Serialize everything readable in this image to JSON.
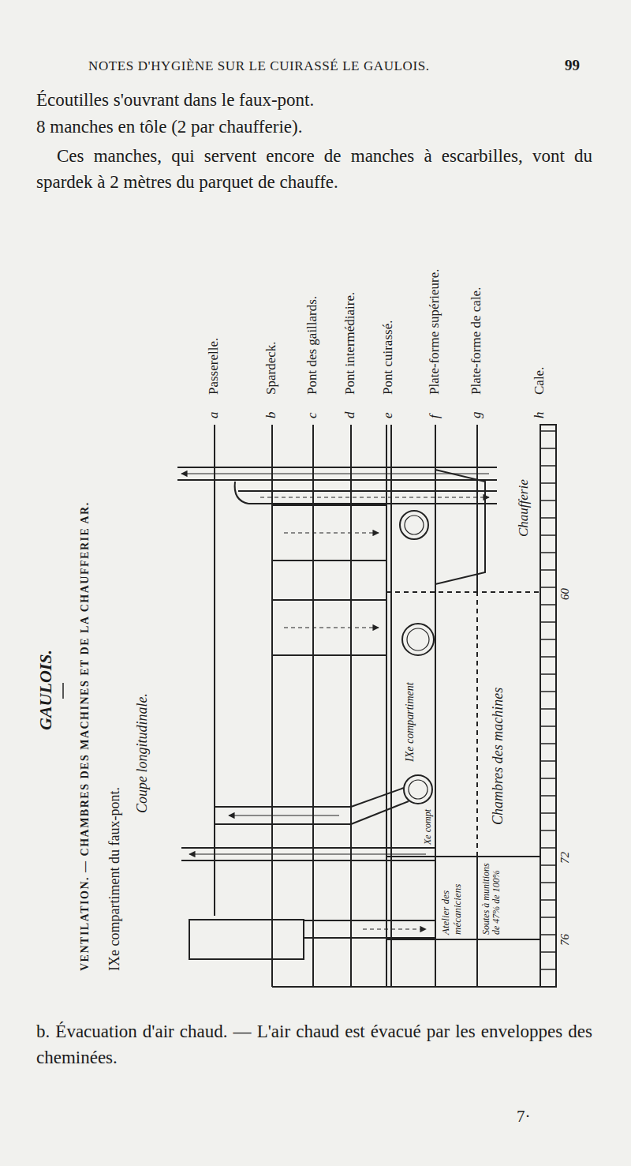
{
  "diagram": {
    "labels": [
      "NOTES D'HYGIÈNE SUR LE CUIRASSÉ LE GAULOIS.",
      "99",
      "Écoutilles s'ouvrant dans le faux-pont.",
      "8 manches en tôle (2 par chaufferie).",
      "Ces manches, qui servent encore de manches à escarbilles, vont du spardek à 2 mètres du parquet de chauffe.",
      "GAULOIS.",
      "VENTILATION. — CHAMBRES DES MACHINES ET DE LA CHAUFFERIE AR.",
      "IXe compartiment du faux-pont.",
      "Coupe longitudinale.",
      "a",
      "Passerelle.",
      "b",
      "Spardeck.",
      "c",
      "Pont des gaillards.",
      "d",
      "Pont intermédiaire.",
      "e",
      "Pont cuirassé.",
      "f",
      "Plate-forme supérieure.",
      "g",
      "Plate-forme de cale.",
      "h",
      "Cale.",
      "Chaufferie",
      "60",
      "IXe compartiment",
      "Chambres des machines",
      "Xe compt",
      "72",
      "Atelier des mécaniciens",
      "Soutes à munitions de 47% de 100%",
      "76",
      "b. Évacuation d'air chaud. — L'air chaud est évacué par les enveloppes des cheminées.",
      "7·"
    ]
  }
}
